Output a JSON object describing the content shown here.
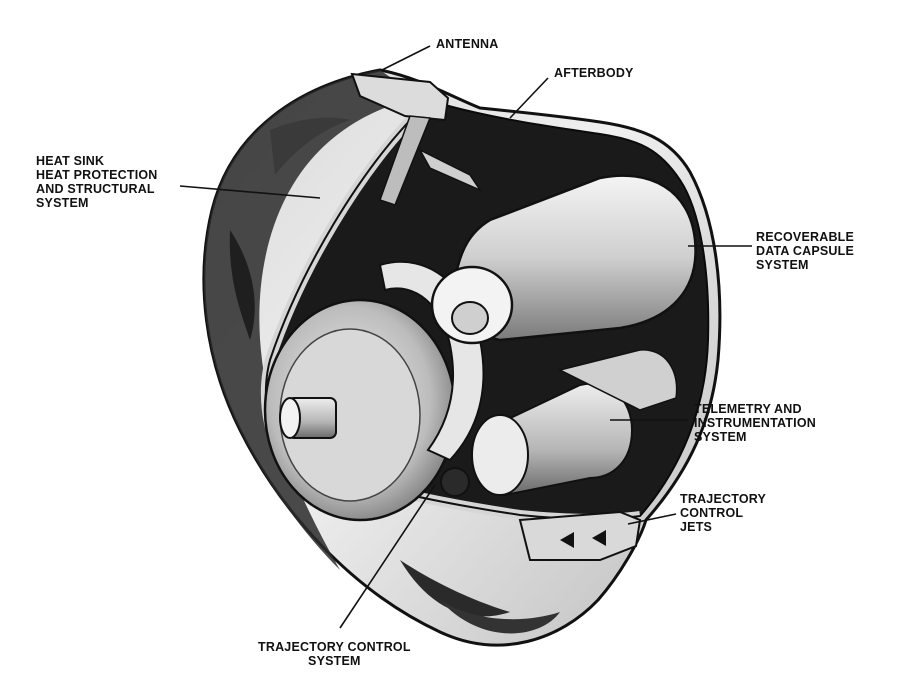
{
  "figure": {
    "colors": {
      "ink": "#111111",
      "shell_dark": "#262626",
      "shell_mid": "#8c8c8c",
      "shell_light": "#e2e2e2",
      "interior": "#1a1a1a",
      "background": "#ffffff"
    }
  },
  "labels": {
    "antenna": {
      "lines": [
        "ANTENNA"
      ]
    },
    "afterbody": {
      "lines": [
        "AFTERBODY"
      ]
    },
    "heat_sink": {
      "lines": [
        "HEAT SINK",
        "HEAT PROTECTION",
        "AND STRUCTURAL",
        "SYSTEM"
      ]
    },
    "recoverable": {
      "lines": [
        "RECOVERABLE",
        "DATA CAPSULE",
        "SYSTEM"
      ]
    },
    "telemetry": {
      "lines": [
        "TELEMETRY AND",
        "INSTRUMENTATION",
        "SYSTEM"
      ]
    },
    "trajectory_jets": {
      "lines": [
        "TRAJECTORY",
        "CONTROL",
        "JETS"
      ]
    },
    "trajectory_system": {
      "lines": [
        "TRAJECTORY CONTROL",
        "SYSTEM"
      ]
    }
  }
}
